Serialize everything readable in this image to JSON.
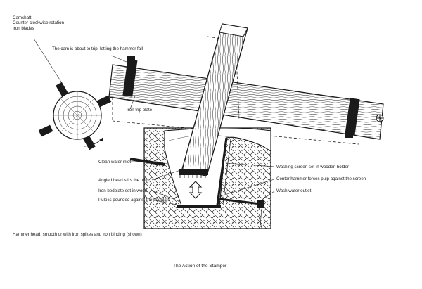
{
  "figure": {
    "caption": "The Action of the Stamper",
    "colors": {
      "ink": "#1a1a1a",
      "paper": "#ffffff"
    }
  },
  "labels": {
    "camshaft": [
      "Camshaft:",
      "Counter-clockwise rotation",
      "Iron blades"
    ],
    "cam_trip": "The cam is about to trip, letting the hammer fall",
    "iron_trip_plate": "Iron trip plate",
    "clean_water_inlet": "Clean water inlet",
    "angled_head": "Angled head stirs the pulp",
    "iron_bedplate": "Iron bedplate set in wood",
    "pulp_pounded": "Pulp is pounded against the bedplate",
    "washing_screen": "Washing screen set in wooden holder",
    "center_hammer": "Center hammer forces pulp against the screen",
    "wash_water_outlet": "Wash water outlet",
    "hammer_head": "Hammer head, smooth or with iron spikes and iron binding (shown)"
  },
  "icons": {
    "rotation_arrow": "curved-arrow-icon",
    "motion_arrow": "double-arrow-icon",
    "pivot": "pivot-icon"
  }
}
